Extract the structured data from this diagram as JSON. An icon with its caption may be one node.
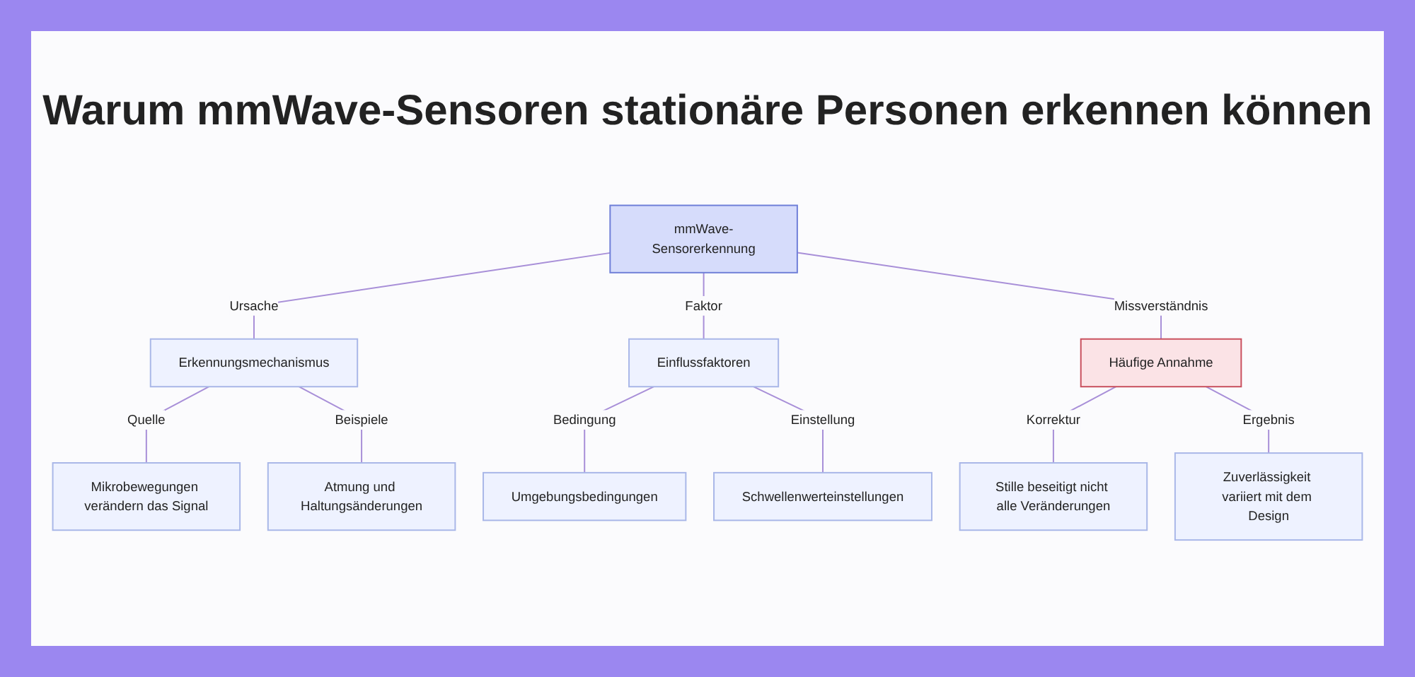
{
  "diagram": {
    "title": "Warum mmWave-Sensoren stationäre Personen erkennen können",
    "nodes": [
      {
        "text": [
          "mmWave-Sensorerkennung"
        ]
      },
      {
        "text": [
          "Erkennungsmechanismus"
        ]
      },
      {
        "text": [
          "Einflussfaktoren"
        ]
      },
      {
        "text": [
          "Häufige Annahme"
        ]
      },
      {
        "text": [
          "Mikrobewegungen verändern das Signal"
        ]
      },
      {
        "text": [
          "Atmung und Haltungsänderungen"
        ]
      },
      {
        "text": [
          "Umgebungsbedingungen"
        ]
      },
      {
        "text": [
          "Schwellenwerteinstellungen"
        ]
      },
      {
        "text": [
          "Stille beseitigt nicht alle Veränderungen"
        ]
      },
      {
        "text": [
          "Zuverlässigkeit variiert mit dem Design"
        ]
      }
    ],
    "edges": [
      {
        "from": 0,
        "to": 1,
        "arrow": "none",
        "label": "Ursache"
      },
      {
        "from": 0,
        "to": 2,
        "arrow": "none",
        "label": "Faktor"
      },
      {
        "from": 0,
        "to": 3,
        "arrow": "none",
        "label": "Missverständnis"
      },
      {
        "from": 1,
        "to": 4,
        "arrow": "none",
        "label": "Quelle"
      },
      {
        "from": 1,
        "to": 5,
        "arrow": "none",
        "label": "Beispiele"
      },
      {
        "from": 2,
        "to": 6,
        "arrow": "none",
        "label": "Bedingung"
      },
      {
        "from": 2,
        "to": 7,
        "arrow": "none",
        "label": "Einstellung"
      },
      {
        "from": 3,
        "to": 8,
        "arrow": "none",
        "label": "Korrektur"
      },
      {
        "from": 3,
        "to": 9,
        "arrow": "none",
        "label": "Ergebnis"
      }
    ]
  }
}
